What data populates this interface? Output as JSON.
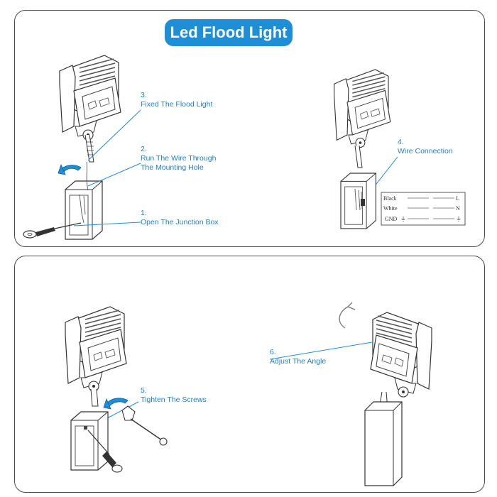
{
  "title": "Led Flood Light",
  "steps": {
    "s1": {
      "num": "1.",
      "text": "Open The Junction Box"
    },
    "s2": {
      "num": "2.",
      "line1": "Run The Wire Through",
      "line2": "The Mounting Hole"
    },
    "s3": {
      "num": "3.",
      "text": "Fixed The Flood Light"
    },
    "s4": {
      "num": "4.",
      "text": "Wire Connection"
    },
    "s5": {
      "num": "5.",
      "text": "Tighten The Screws"
    },
    "s6": {
      "num": "6.",
      "text": "Adjust The Angle"
    }
  },
  "wiring_table": {
    "rows": [
      {
        "wire": "Black",
        "term": "L"
      },
      {
        "wire": "White",
        "term": "N"
      },
      {
        "wire": "GND",
        "term": "⏚"
      }
    ]
  },
  "colors": {
    "accent": "#1e8fd6",
    "label": "#1f7fd0",
    "line": "#3a3a3a"
  }
}
